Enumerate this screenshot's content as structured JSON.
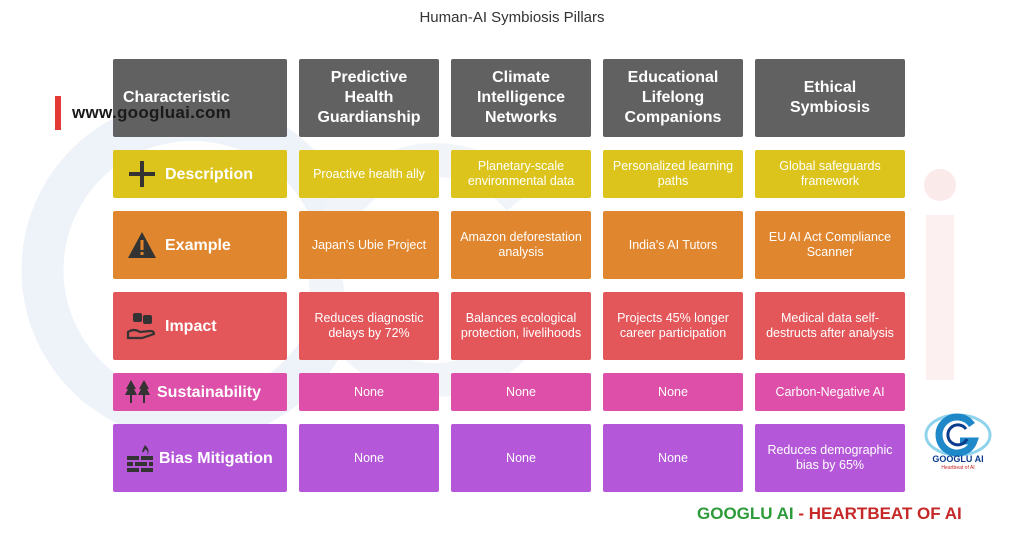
{
  "title": "Human-AI Symbiosis Pillars",
  "site": "www.googluai.com",
  "columns": [
    "Characteristic",
    "Predictive Health Guardianship",
    "Climate Intelligence Networks",
    "Educational Lifelong Companions",
    "Ethical Symbiosis"
  ],
  "rows": [
    {
      "label": "Description",
      "icon": "plus-icon",
      "color": "#dcc41c",
      "cells": [
        "Proactive health ally",
        "Planetary-scale environmental data",
        "Personalized learning paths",
        "Global safeguards framework"
      ]
    },
    {
      "label": "Example",
      "icon": "warning-icon",
      "color": "#e0862e",
      "cells": [
        "Japan's Ubie Project",
        "Amazon deforestation analysis",
        "India's AI Tutors",
        "EU AI Act Compliance Scanner"
      ]
    },
    {
      "label": "Impact",
      "icon": "hand-dice-icon",
      "color": "#e3565a",
      "cells": [
        "Reduces diagnostic delays by 72%",
        "Balances ecological protection, livelihoods",
        "Projects 45% longer career participation",
        "Medical data self-destructs after analysis"
      ]
    },
    {
      "label": "Sustainability",
      "icon": "trees-icon",
      "color": "#dd4fa8",
      "cells": [
        "None",
        "None",
        "None",
        "Carbon-Negative AI"
      ]
    },
    {
      "label": "Bias Mitigation",
      "icon": "brick-fire-icon",
      "color": "#b557d9",
      "cells": [
        "None",
        "None",
        "None",
        "Reduces demographic bias by 65%"
      ]
    }
  ],
  "logo": {
    "name": "GOOGLU AI",
    "tagline": "Heartbeat of AI"
  },
  "footer": {
    "part1": "GOOGLU AI",
    "dash": " - ",
    "part2": "HEARTBEAT OF AI"
  }
}
